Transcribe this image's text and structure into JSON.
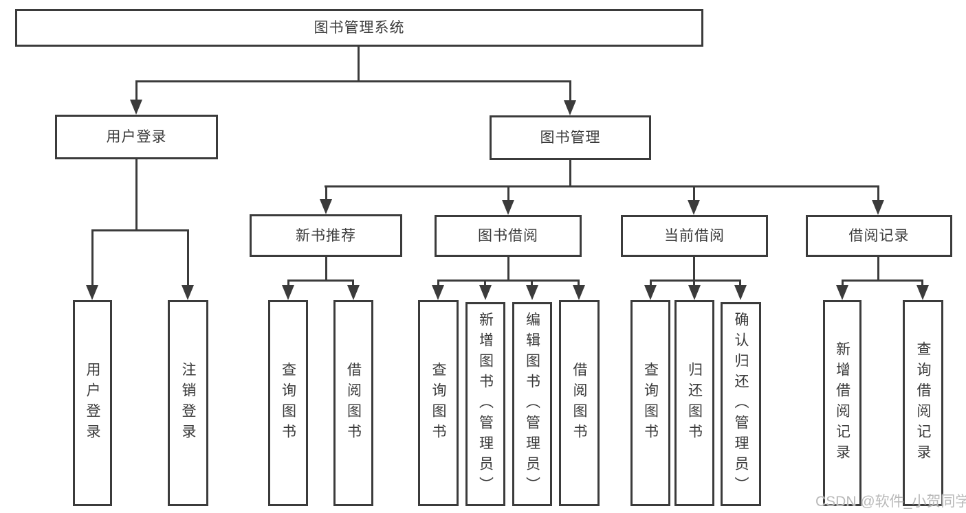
{
  "diagram": {
    "root": {
      "label": "图书管理系统"
    },
    "level2": [
      {
        "label": "用户登录"
      },
      {
        "label": "图书管理"
      }
    ],
    "level3": [
      {
        "label": "新书推荐"
      },
      {
        "label": "图书借阅"
      },
      {
        "label": "当前借阅"
      },
      {
        "label": "借阅记录"
      }
    ],
    "leaves": [
      "用户登录",
      "注销登录",
      "查询图书",
      "借阅图书",
      "查询图书",
      "新增图书（管理员）",
      "编辑图书（管理员）",
      "借阅图书",
      "查询图书",
      "归还图书",
      "确认归还（管理员）",
      "新增借阅记录",
      "查询借阅记录"
    ],
    "colors": {
      "line": "#3b3b3b",
      "text": "#3a3a3a",
      "watermark": "#b9b9b9",
      "background": "#ffffff"
    }
  },
  "watermark": {
    "text": "CSDN @软件_小贺同学"
  }
}
